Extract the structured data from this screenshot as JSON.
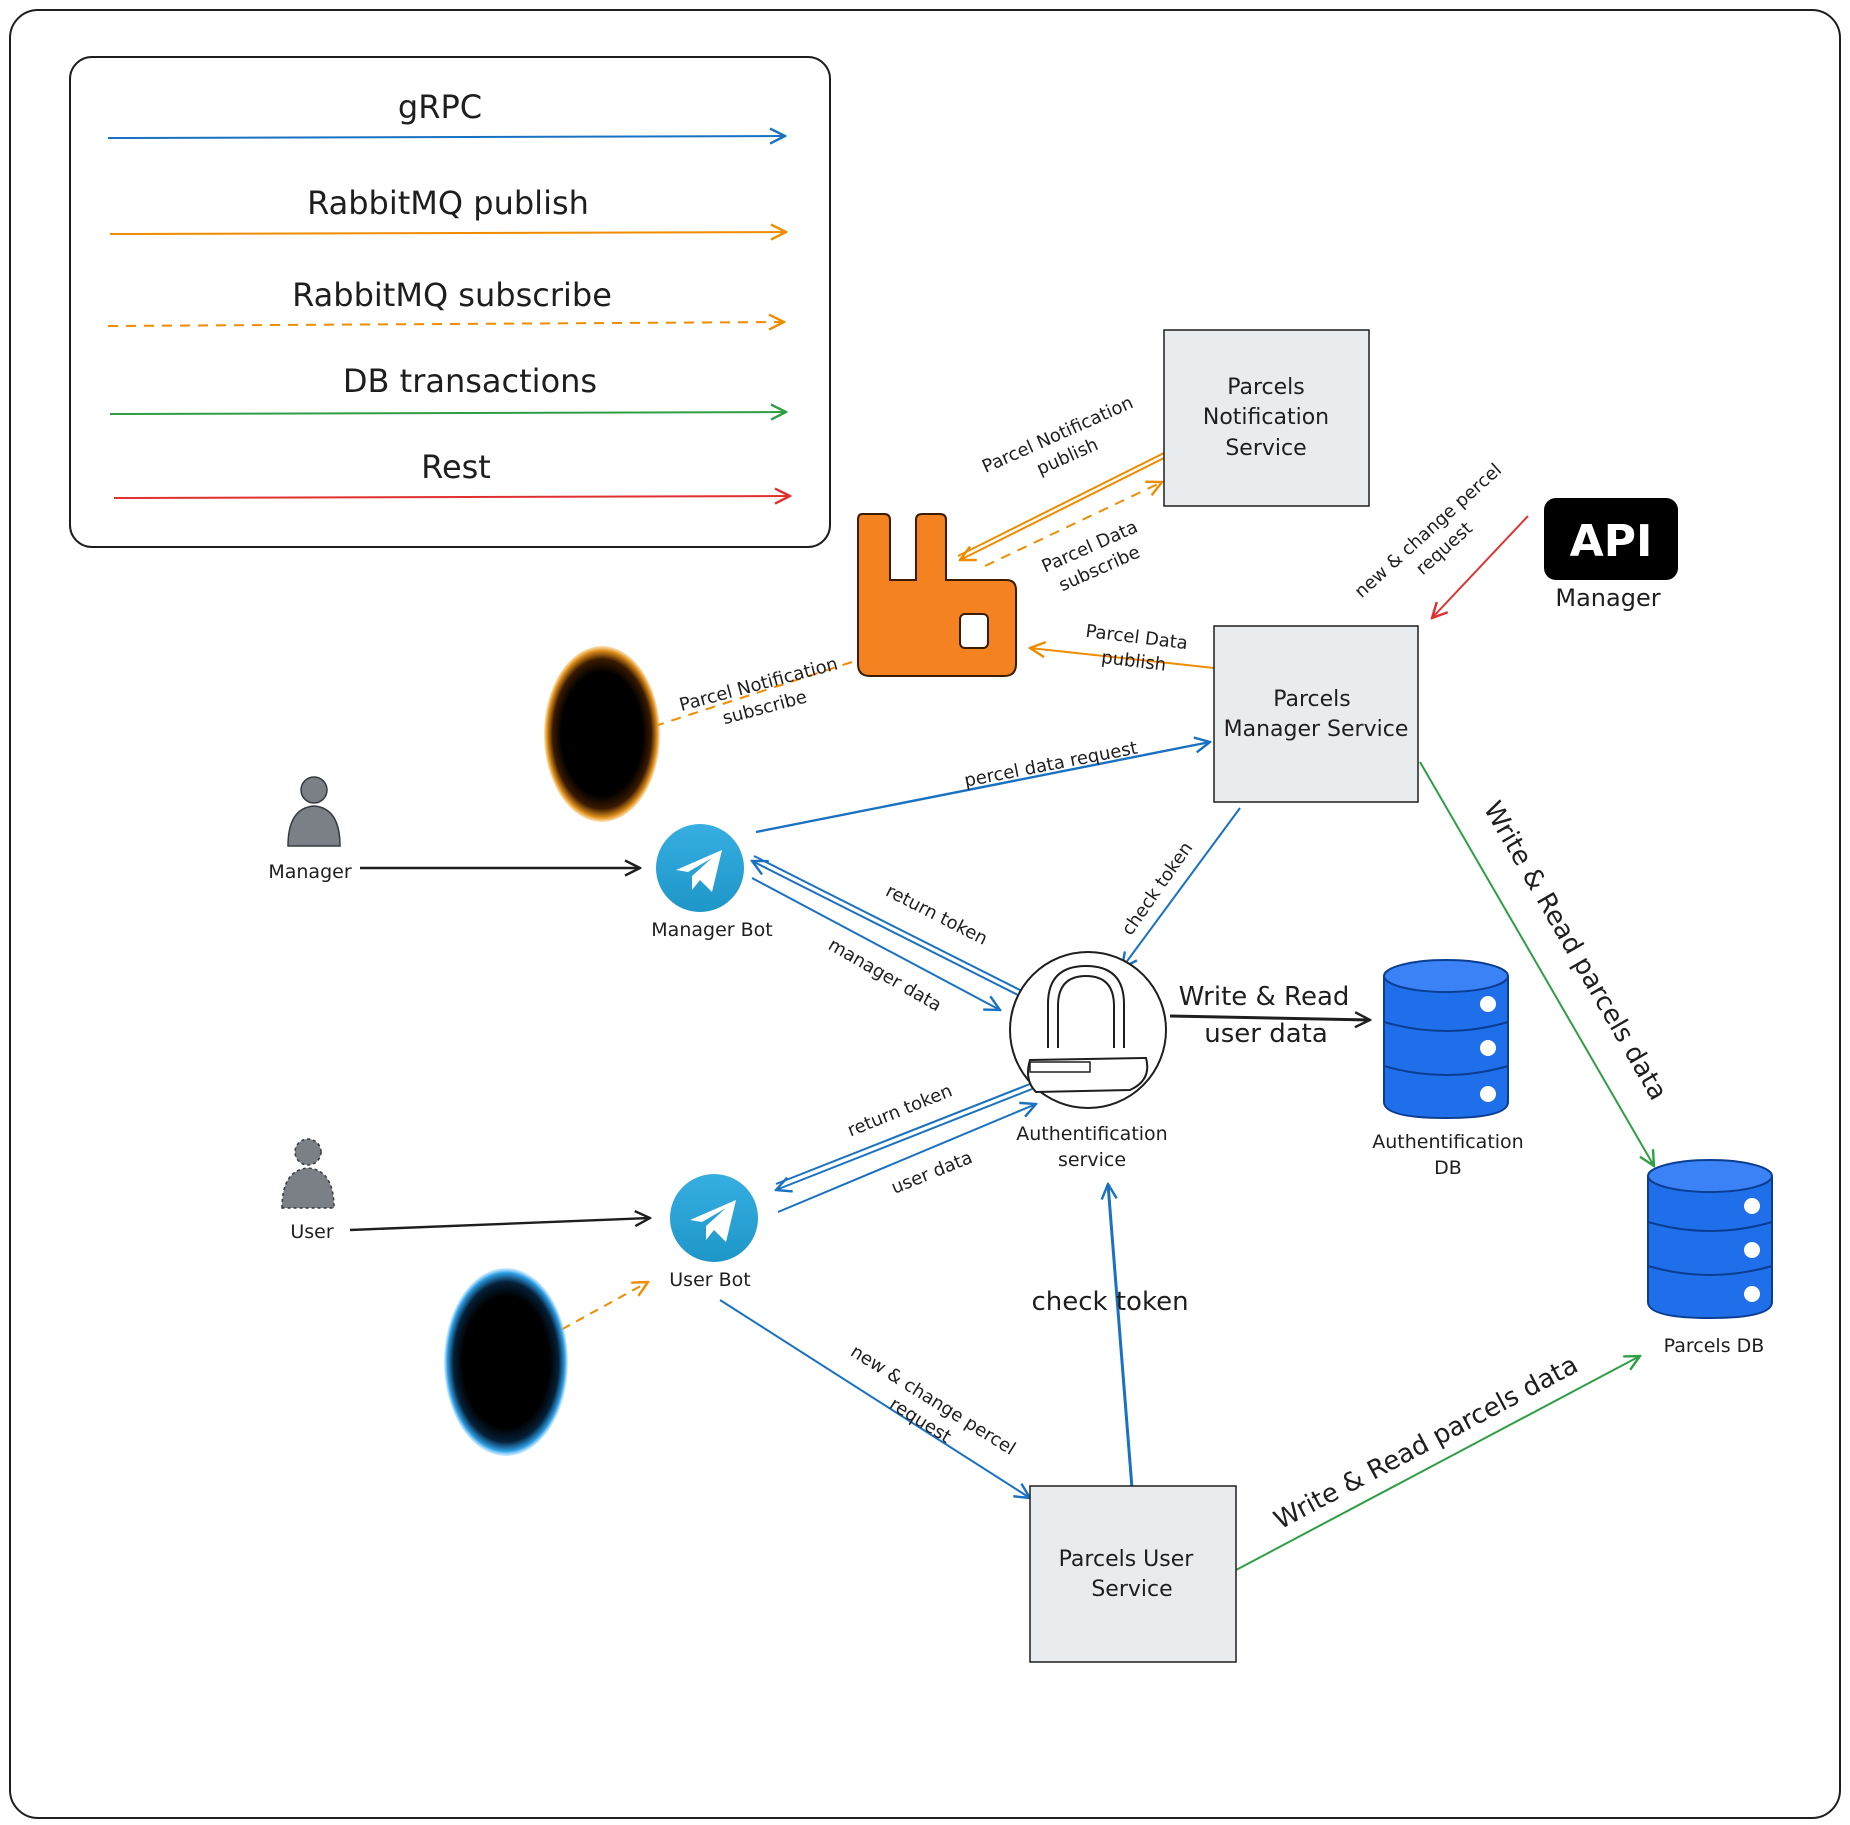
{
  "legend": {
    "items": [
      {
        "label": "gRPC",
        "color": "#1971c2",
        "dashed": false
      },
      {
        "label": "RabbitMQ publish",
        "color": "#f08c00",
        "dashed": false
      },
      {
        "label": "RabbitMQ subscribe",
        "color": "#f08c00",
        "dashed": true
      },
      {
        "label": "DB transactions",
        "color": "#2f9e44",
        "dashed": false
      },
      {
        "label": "Rest",
        "color": "#e03131",
        "dashed": false
      }
    ]
  },
  "nodes": {
    "notification_service": {
      "line1": "Parcels",
      "line2": "Notification",
      "line3": "Service"
    },
    "manager_service": {
      "line1": "Parcels",
      "line2": "Manager Service"
    },
    "user_service": {
      "line1": "Parcels User",
      "line2": "Service"
    },
    "auth_service": {
      "line1": "Authentification",
      "line2": "service"
    },
    "auth_db": {
      "line1": "Authentification",
      "line2": "DB"
    },
    "parcels_db": {
      "label": "Parcels DB"
    },
    "manager_bot": {
      "label": "Manager Bot"
    },
    "user_bot": {
      "label": "User Bot"
    },
    "manager_person": {
      "label": "Manager"
    },
    "user_person": {
      "label": "User"
    },
    "api_manager": {
      "badge": "API",
      "label": "Manager"
    }
  },
  "edges": {
    "notif_publish": {
      "line1": "Parcel Notification",
      "line2": "publish"
    },
    "data_subscribe": {
      "line1": "Parcel Data",
      "line2": "subscribe"
    },
    "data_publish": {
      "line1": "Parcel Data",
      "line2": "publish"
    },
    "notif_subscribe": {
      "line1": "Parcel Notification",
      "line2": "subscribe"
    },
    "api_request": {
      "line1": "new & change percel",
      "line2": "request"
    },
    "percel_data_request": {
      "label": "percel data request"
    },
    "check_token_manager": {
      "label": "check token"
    },
    "write_read_parcels_manager": {
      "label": "Write & Read parcels data"
    },
    "return_token_manager": {
      "label": "return token"
    },
    "manager_data": {
      "label": "manager data"
    },
    "write_read_user": {
      "line1": "Write & Read",
      "line2": "user data"
    },
    "return_token_user": {
      "label": "return token"
    },
    "user_data": {
      "label": "user data"
    },
    "check_token_user": {
      "label": "check token"
    },
    "user_request": {
      "line1": "new & change percel",
      "line2": "request"
    },
    "write_read_parcels_user": {
      "label": "Write & Read parcels data"
    }
  },
  "colors": {
    "grpc": "#1971c2",
    "rabbit": "#f08c00",
    "db": "#2f9e44",
    "rest": "#e03131",
    "rabbit_logo": "#f58220",
    "db_blue": "#1f6feb",
    "telegram": "#2aa3df",
    "service_fill": "#e9ecef"
  }
}
